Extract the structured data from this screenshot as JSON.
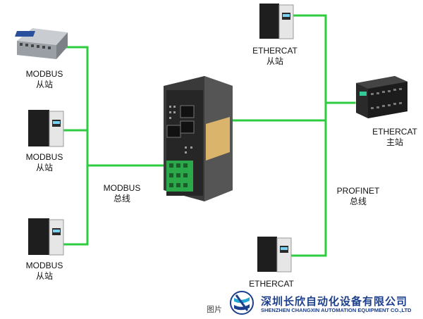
{
  "colors": {
    "line": "#2ecc40",
    "device_dark": "#1e1e1e",
    "brand_blue": "#1b3f8c",
    "brand_cyan": "#1ea7d8"
  },
  "left_devices": [
    {
      "line1": "MODBUS",
      "line2": "从站",
      "icon": "modbus-io-module-icon"
    },
    {
      "line1": "MODBUS",
      "line2": "从站",
      "icon": "servo-drive-icon"
    },
    {
      "line1": "MODBUS",
      "line2": "从站",
      "icon": "servo-drive-icon"
    }
  ],
  "left_bus": {
    "line1": "MODBUS",
    "line2": "总线"
  },
  "gateway": {
    "icon": "gateway-icon"
  },
  "right_top": {
    "line1": "ETHERCAT",
    "line2": "从站",
    "icon": "servo-drive-icon"
  },
  "right_master": {
    "line1": "ETHERCAT",
    "line2": "主站",
    "icon": "plc-master-icon"
  },
  "right_bus": {
    "line1": "PROFINET",
    "line2": "总线"
  },
  "right_bottom": {
    "line1": "ETHERCAT",
    "icon": "servo-drive-icon"
  },
  "footer": {
    "caption": "图片",
    "company_cn": "深圳长欣自动化设备有限公司",
    "company_en": "SHENZHEN CHANGXIN AUTOMATION EQUIPMENT CO.,LTD"
  }
}
